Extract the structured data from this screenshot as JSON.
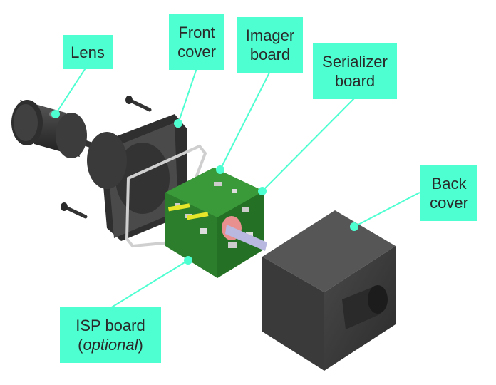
{
  "labels": {
    "lens": "Lens",
    "front_cover": [
      "Front",
      "cover"
    ],
    "imager_board": [
      "Imager",
      "board"
    ],
    "serializer_board": [
      "Serializer",
      "board"
    ],
    "back_cover": [
      "Back",
      "cover"
    ],
    "isp_board": {
      "main": "ISP board",
      "note_open": "(",
      "note": "optional",
      "note_close": ")"
    }
  },
  "colors": {
    "label_fill": "#4dffd1",
    "leader_line": "#4dffd1",
    "housing": "#3a3a3a",
    "pcb": "#2e8b2e",
    "gasket": "#d0d0d0",
    "shaft": "#b8b8e0",
    "ring": "#e88888"
  }
}
